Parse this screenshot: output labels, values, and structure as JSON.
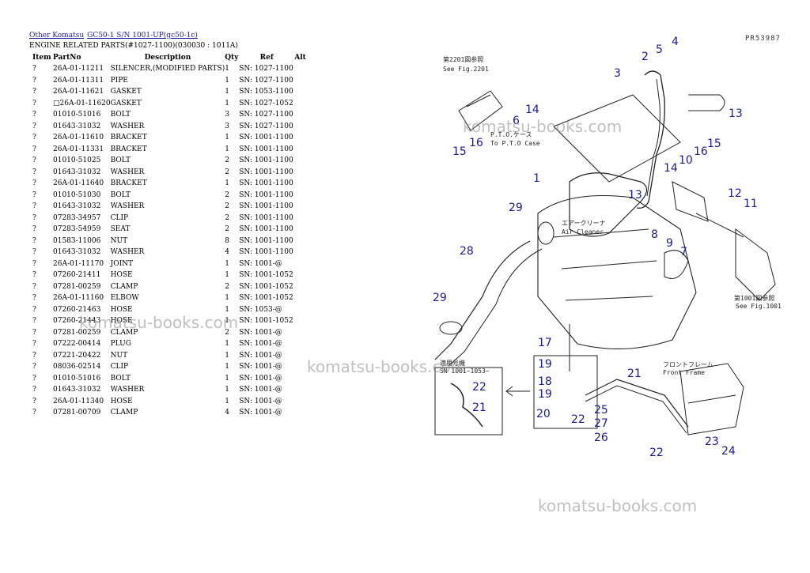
{
  "breadcrumb": {
    "link1": "Other Komatsu",
    "link2": "GC50-1 S/N 1001-UP(gc50-1c)"
  },
  "subtitle": "ENGINE RELATED PARTS(#1027-1100)(030030 : 1011A)",
  "doc_number": "PR53987",
  "table": {
    "headers": {
      "item": "Item",
      "part": "PartNo",
      "desc": "Description",
      "qty": "Qty",
      "ref": "Ref",
      "alt": "Alt"
    },
    "rows": [
      {
        "item": "?",
        "part": "26A-01-11211",
        "desc": "SILENCER,(MODIFIED PARTS)",
        "qty": "1",
        "ref": "SN: 1027-1100"
      },
      {
        "item": "?",
        "part": "26A-01-11311",
        "desc": "PIPE",
        "qty": "1",
        "ref": "SN: 1027-1100"
      },
      {
        "item": "?",
        "part": "26A-01-11621",
        "desc": "GASKET",
        "qty": "1",
        "ref": "SN: 1053-1100"
      },
      {
        "item": "?",
        "part": "□26A-01-11620",
        "desc": "GASKET",
        "qty": "1",
        "ref": "SN: 1027-1052"
      },
      {
        "item": "?",
        "part": "01010-51016",
        "desc": "BOLT",
        "qty": "3",
        "ref": "SN: 1027-1100"
      },
      {
        "item": "?",
        "part": "01643-31032",
        "desc": "WASHER",
        "qty": "3",
        "ref": "SN: 1027-1100"
      },
      {
        "item": "?",
        "part": "26A-01-11610",
        "desc": "BRACKET",
        "qty": "1",
        "ref": "SN: 1001-1100"
      },
      {
        "item": "?",
        "part": "26A-01-11331",
        "desc": "BRACKET",
        "qty": "1",
        "ref": "SN: 1001-1100"
      },
      {
        "item": "?",
        "part": "01010-51025",
        "desc": "BOLT",
        "qty": "2",
        "ref": "SN: 1001-1100"
      },
      {
        "item": "?",
        "part": "01643-31032",
        "desc": "WASHER",
        "qty": "2",
        "ref": "SN: 1001-1100"
      },
      {
        "item": "?",
        "part": "26A-01-11640",
        "desc": "BRACKET",
        "qty": "1",
        "ref": "SN: 1001-1100"
      },
      {
        "item": "?",
        "part": "01010-51030",
        "desc": "BOLT",
        "qty": "2",
        "ref": "SN: 1001-1100"
      },
      {
        "item": "?",
        "part": "01643-31032",
        "desc": "WASHER",
        "qty": "2",
        "ref": "SN: 1001-1100"
      },
      {
        "item": "?",
        "part": "07283-34957",
        "desc": "CLIP",
        "qty": "2",
        "ref": "SN: 1001-1100"
      },
      {
        "item": "?",
        "part": "07283-54959",
        "desc": "SEAT",
        "qty": "2",
        "ref": "SN: 1001-1100"
      },
      {
        "item": "?",
        "part": "01583-11006",
        "desc": "NUT",
        "qty": "8",
        "ref": "SN: 1001-1100"
      },
      {
        "item": "?",
        "part": "01643-31032",
        "desc": "WASHER",
        "qty": "4",
        "ref": "SN: 1001-1100"
      },
      {
        "item": "?",
        "part": "26A-01-11170",
        "desc": "JOINT",
        "qty": "1",
        "ref": "SN: 1001-@"
      },
      {
        "item": "?",
        "part": "07260-21411",
        "desc": "HOSE",
        "qty": "1",
        "ref": "SN: 1001-1052"
      },
      {
        "item": "?",
        "part": "07281-00259",
        "desc": "CLAMP",
        "qty": "2",
        "ref": "SN: 1001-1052"
      },
      {
        "item": "?",
        "part": "26A-01-11160",
        "desc": "ELBOW",
        "qty": "1",
        "ref": "SN: 1001-1052"
      },
      {
        "item": "?",
        "part": "07260-21463",
        "desc": "HOSE",
        "qty": "1",
        "ref": "SN: 1053-@"
      },
      {
        "item": "?",
        "part": "07260-21443",
        "desc": "HOSE",
        "qty": "1",
        "ref": "SN: 1001-1052"
      },
      {
        "item": "?",
        "part": "07281-00259",
        "desc": "CLAMP",
        "qty": "2",
        "ref": "SN: 1001-@"
      },
      {
        "item": "?",
        "part": "07222-00414",
        "desc": "PLUG",
        "qty": "1",
        "ref": "SN: 1001-@"
      },
      {
        "item": "?",
        "part": "07221-20422",
        "desc": "NUT",
        "qty": "1",
        "ref": "SN: 1001-@"
      },
      {
        "item": "?",
        "part": "08036-02514",
        "desc": "CLIP",
        "qty": "1",
        "ref": "SN: 1001-@"
      },
      {
        "item": "?",
        "part": "01010-51016",
        "desc": "BOLT",
        "qty": "1",
        "ref": "SN: 1001-@"
      },
      {
        "item": "?",
        "part": "01643-31032",
        "desc": "WASHER",
        "qty": "1",
        "ref": "SN: 1001-@"
      },
      {
        "item": "?",
        "part": "26A-01-11340",
        "desc": "HOSE",
        "qty": "1",
        "ref": "SN: 1001-@"
      },
      {
        "item": "?",
        "part": "07281-00709",
        "desc": "CLAMP",
        "qty": "4",
        "ref": "SN: 1001-@"
      }
    ]
  },
  "watermark_text": "komatsu-books.com",
  "diagram": {
    "notes": {
      "see_fig_2201_jp": "第2201図参照",
      "see_fig_2201": "See Fig.2201",
      "pto_jp": "P.T.O.ケース",
      "pto": "To P.T.O Case",
      "air_cleaner_jp": "エアークリーナ",
      "air_cleaner": "Air Cleaner",
      "see_fig_1001_jp": "第1001図参照",
      "see_fig_1001": "See Fig.1001",
      "front_frame_jp": "フロントフレーム",
      "front_frame": "Front Frame",
      "applic_jp": "適用号機",
      "applic_sn": "SN 1001~1053~"
    }
  }
}
